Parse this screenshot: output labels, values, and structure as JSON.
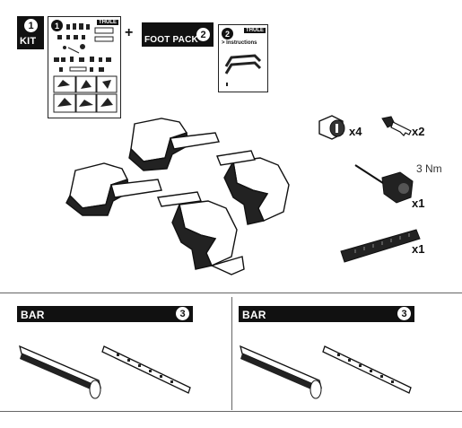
{
  "kit": {
    "number": "1",
    "label": "KIT",
    "sheet_number": "1",
    "brand": "THULE"
  },
  "plus": "+",
  "foot_pack": {
    "number": "2",
    "label": "FOOT PACK"
  },
  "instructions": {
    "number": "2",
    "brand": "THULE",
    "label": "> Instructions"
  },
  "items": {
    "lock_qty": "x4",
    "key_qty": "x2",
    "torque": "3 Nm",
    "tool_qty": "x1",
    "strap_qty": "x1"
  },
  "bars": [
    {
      "label": "BAR",
      "number": "3"
    },
    {
      "label": "BAR",
      "number": "3"
    }
  ]
}
